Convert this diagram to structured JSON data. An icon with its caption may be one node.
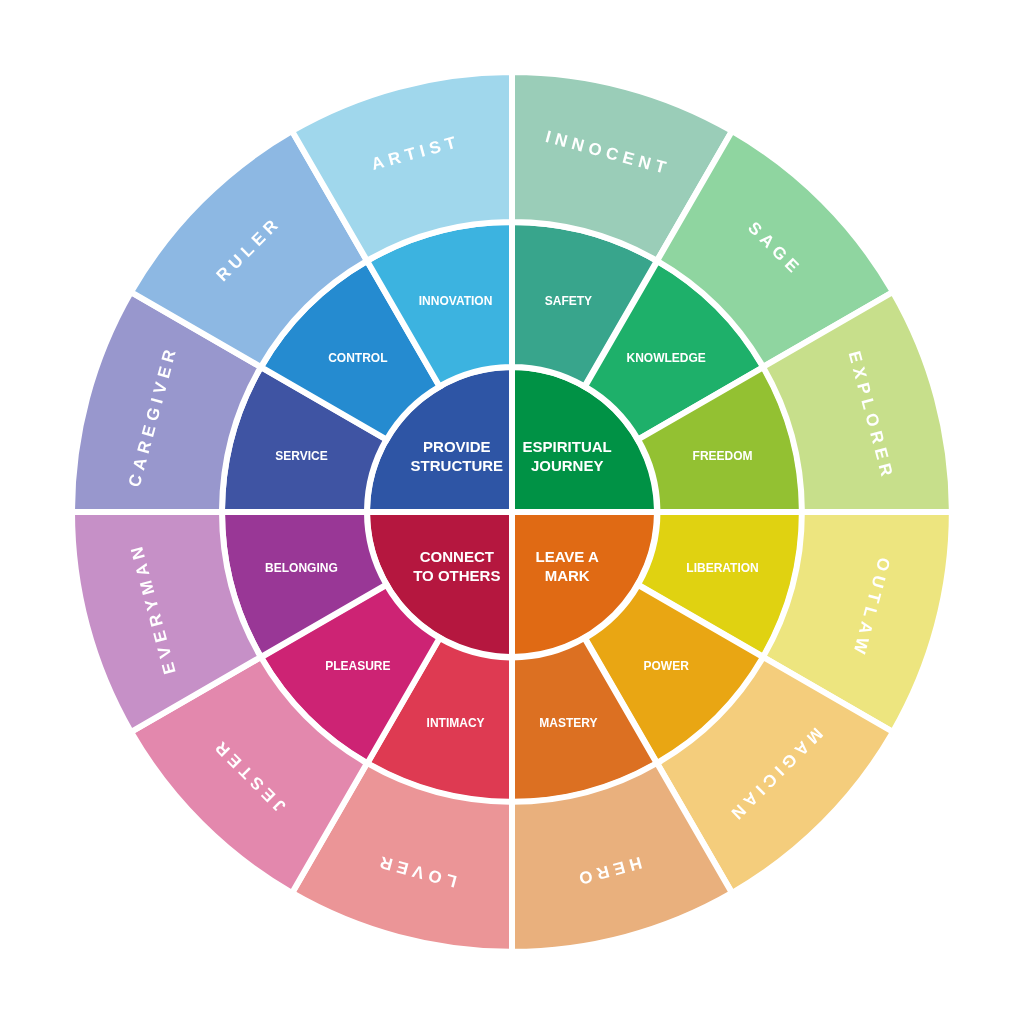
{
  "diagram": {
    "nodes": [
      {
        "text": [
          "ESPIRITUAL JOURNEY"
        ]
      },
      {
        "text": [
          "LEAVE A MARK"
        ]
      },
      {
        "text": [
          "CONNECT TO OTHERS"
        ]
      },
      {
        "text": [
          "PROVIDE STRUCTURE"
        ]
      },
      {
        "text": [
          "SAFETY"
        ]
      },
      {
        "text": [
          "KNOWLEDGE"
        ]
      },
      {
        "text": [
          "FREEDOM"
        ]
      },
      {
        "text": [
          "LIBERATION"
        ]
      },
      {
        "text": [
          "POWER"
        ]
      },
      {
        "text": [
          "MASTERY"
        ]
      },
      {
        "text": [
          "INTIMACY"
        ]
      },
      {
        "text": [
          "PLEASURE"
        ]
      },
      {
        "text": [
          "BELONGING"
        ]
      },
      {
        "text": [
          "SERVICE"
        ]
      },
      {
        "text": [
          "CONTROL"
        ]
      },
      {
        "text": [
          "INNOVATION"
        ]
      },
      {
        "text": [
          "INNOCENT"
        ]
      },
      {
        "text": [
          "SAGE"
        ]
      },
      {
        "text": [
          "EXPLORER"
        ]
      },
      {
        "text": [
          "OUTLAW"
        ]
      },
      {
        "text": [
          "MAGICIAN"
        ]
      },
      {
        "text": [
          "HERO"
        ]
      },
      {
        "text": [
          "LOVER"
        ]
      },
      {
        "text": [
          "JESTER"
        ]
      },
      {
        "text": [
          "EVERYMAN"
        ]
      },
      {
        "text": [
          "CAREGIVER"
        ]
      },
      {
        "text": [
          "RULER"
        ]
      },
      {
        "text": [
          "ARTIST"
        ]
      }
    ]
  }
}
